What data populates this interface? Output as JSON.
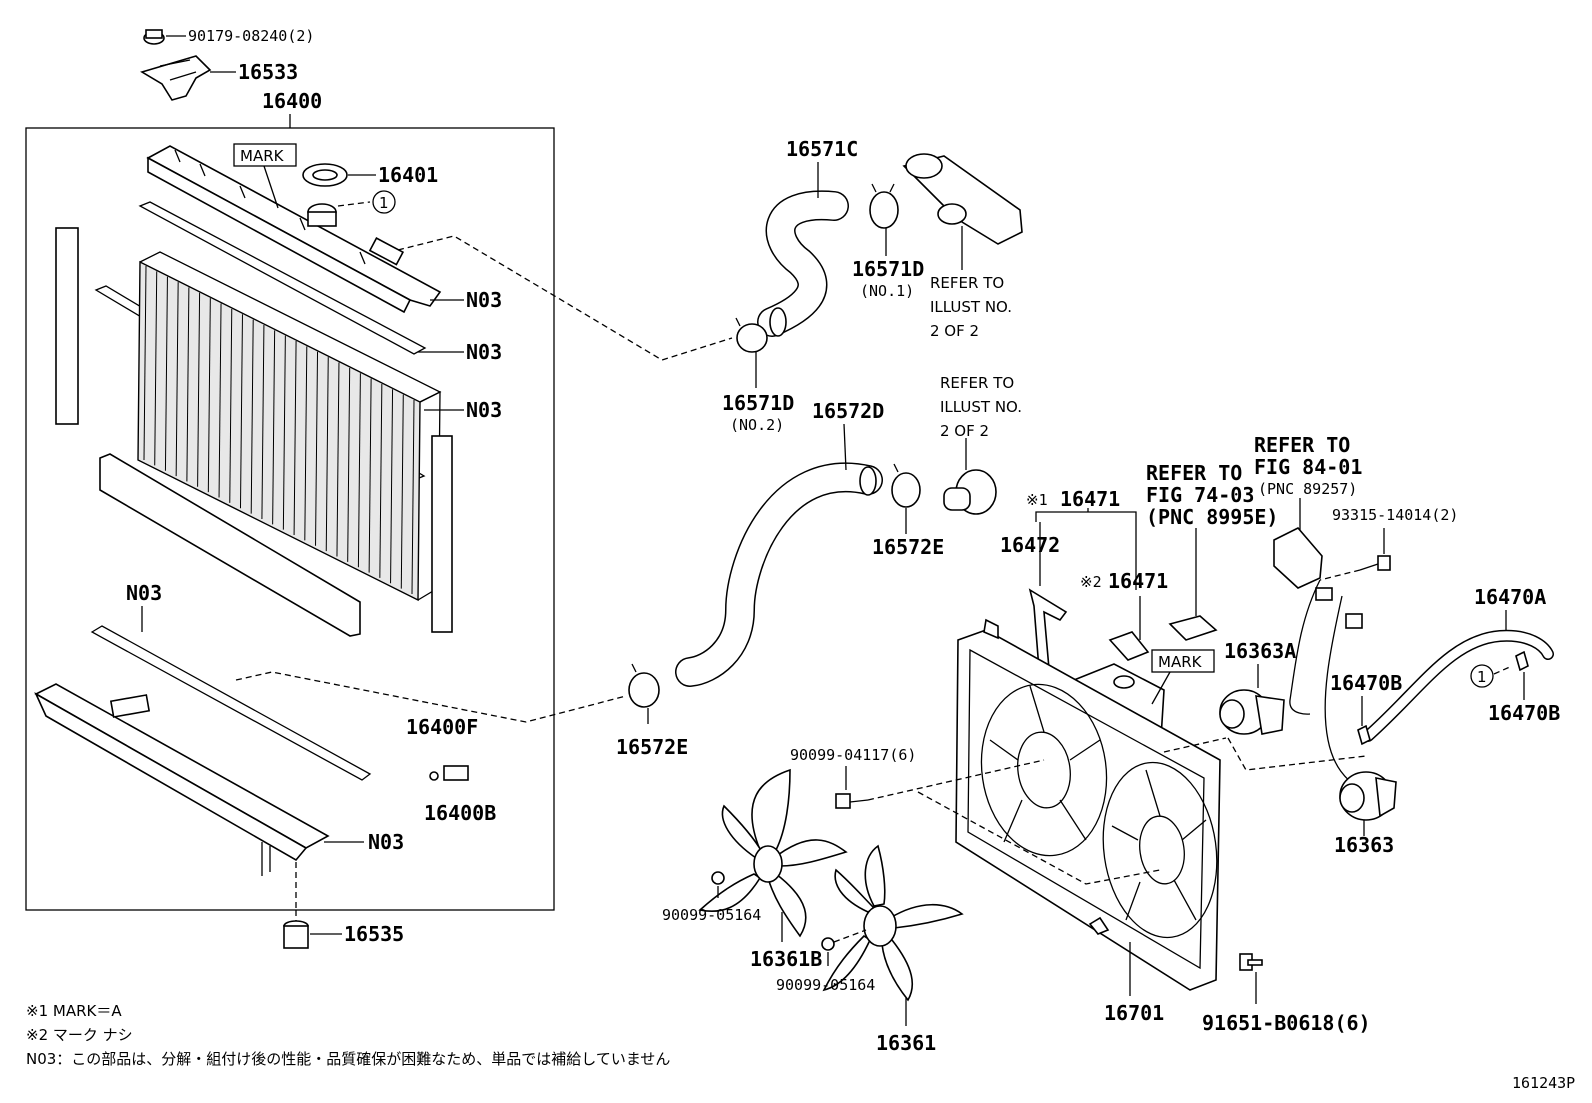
{
  "diagram": {
    "title": "",
    "figure_id": "161243P",
    "labels": {
      "p90179": "90179-08240(2)",
      "p16533": "16533",
      "p16400": "16400",
      "p16401": "16401",
      "mark1": "MARK",
      "circle1": "1",
      "n03_a": "N03",
      "n03_b": "N03",
      "n03_c": "N03",
      "n03_d": "N03",
      "n03_e": "N03",
      "p16400F": "16400F",
      "p16400B": "16400B",
      "p16535": "16535",
      "p16571C": "16571C",
      "p16571D_1": "16571D",
      "no1": "(NO.1)",
      "p16571D_2": "16571D",
      "no2": "(NO.2)",
      "p16572D": "16572D",
      "p16572E_1": "16572E",
      "p16572E_2": "16572E",
      "refer1_a": "REFER TO",
      "refer1_b": "ILLUST NO.",
      "refer1_c": "2 OF 2",
      "refer2_a": "REFER TO",
      "refer2_b": "ILLUST NO.",
      "refer2_c": "2 OF 2",
      "star1_16471": "※1",
      "p16471_1": "16471",
      "star2_16471": "※2",
      "p16471_2": "16471",
      "p16472": "16472",
      "refer3_a": "REFER TO",
      "refer3_b": "FIG 74-03",
      "refer3_c": "(PNC 8995E)",
      "refer4_a": "REFER TO",
      "refer4_b": "FIG 84-01",
      "refer4_c": "(PNC 89257)",
      "p93315": "93315-14014(2)",
      "p16470A": "16470A",
      "p16470B_1": "16470B",
      "p16470B_2": "16470B",
      "circle2": "1",
      "p16363A": "16363A",
      "mark2": "MARK",
      "p16363": "16363",
      "p90099_04117": "90099-04117(6)",
      "p90099_05164_1": "90099-05164",
      "p90099_05164_2": "90099-05164",
      "p16361B": "16361B",
      "p16361": "16361",
      "p16701": "16701",
      "p91651": "91651-B0618(6)"
    },
    "footnotes": {
      "f1": "※1  MARK＝A",
      "f2": "※2  マーク ナシ",
      "f3": "N03：この部品は、分解・組付け後の性能・品質確保が困難なため、単品では補給していません"
    }
  }
}
